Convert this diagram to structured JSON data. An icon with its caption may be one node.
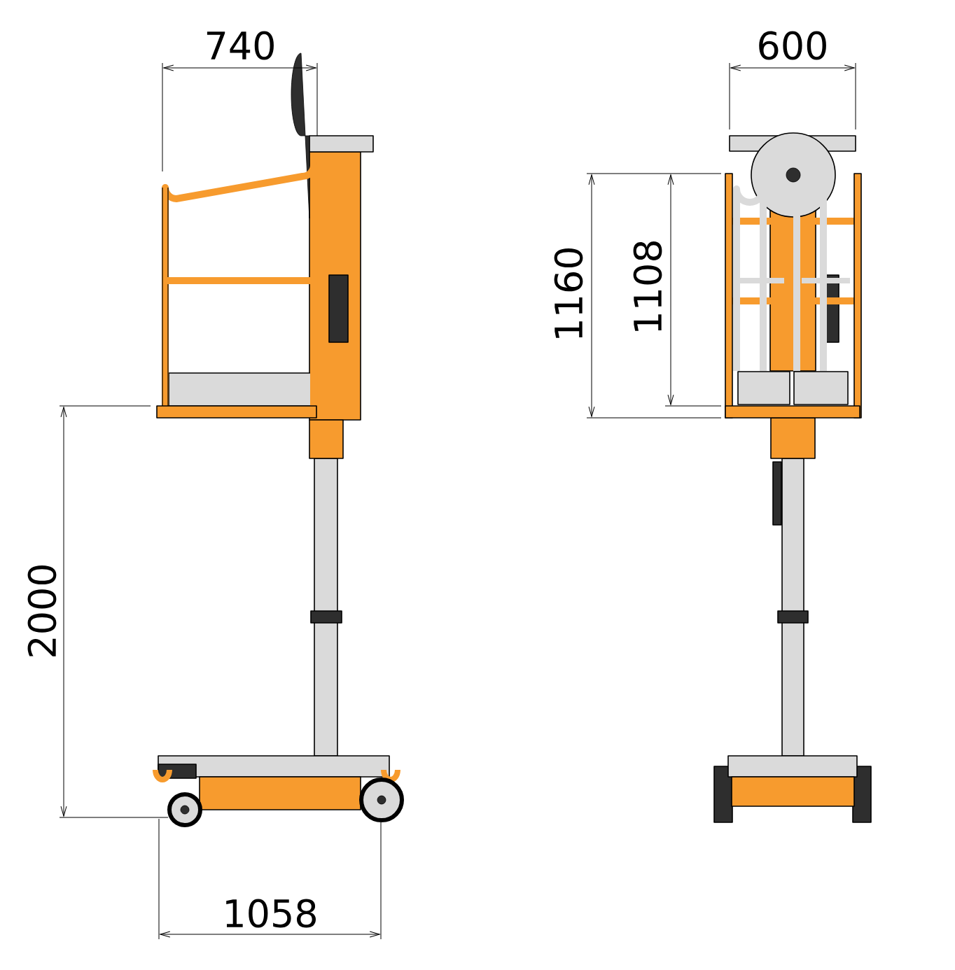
{
  "diagram": {
    "labels": [
      "740",
      "600",
      "1160",
      "1108",
      "2000",
      "1058"
    ]
  }
}
